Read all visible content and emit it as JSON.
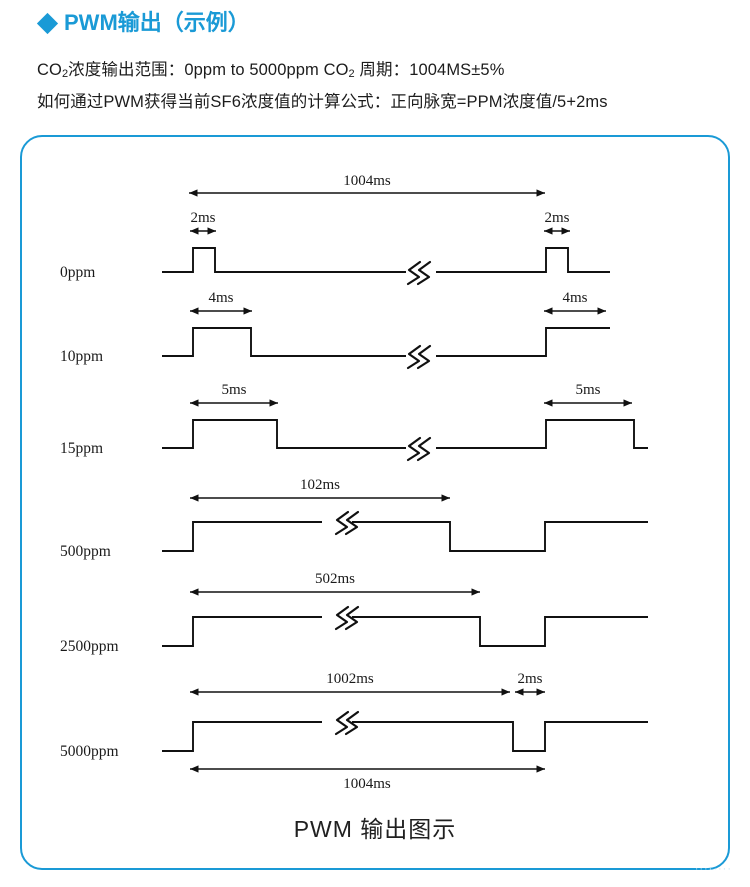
{
  "header": {
    "bullet_icon": "diamond-icon",
    "title": "PWM输出（示例）",
    "accent_color": "#1a9ad6",
    "spec_line_1_a": "CO",
    "spec_line_1_sub": "2",
    "spec_line_1_b": "浓度输出范围：0ppm to 5000ppm   CO",
    "spec_line_1_sub2": "2",
    "spec_line_1_c": " 周期：1004MS±5%",
    "spec_line_2": "如何通过PWM获得当前SF6浓度值的计算公式：正向脉宽=PPM浓度值/5+2ms"
  },
  "panel": {
    "border_color": "#1a9ad6",
    "caption": "PWM 输出图示",
    "watermark": "········"
  },
  "chart_data": {
    "type": "line",
    "title": "PWM 输出图示",
    "description": "PWM duty-cycle waveform timing diagram for CO2 concentration output",
    "period_ms": 1004,
    "formula": "正向脉宽 = PPM浓度值/5 + 2ms",
    "top_dimension": {
      "label": "1004ms",
      "value": 1004
    },
    "bottom_dimension": {
      "label": "1004ms",
      "value": 1004
    },
    "rows": [
      {
        "label": "0ppm",
        "concentration_ppm": 0,
        "pulse_width_label": "2ms",
        "pulse_width_ms": 2,
        "left_dimension": "2ms",
        "right_dimension": "2ms",
        "waveform": "narrow-high-pulse",
        "break_on": "low"
      },
      {
        "label": "10ppm",
        "concentration_ppm": 10,
        "pulse_width_label": "4ms",
        "pulse_width_ms": 4,
        "left_dimension": "4ms",
        "right_dimension": "4ms",
        "waveform": "narrow-high-pulse",
        "break_on": "low"
      },
      {
        "label": "15ppm",
        "concentration_ppm": 15,
        "pulse_width_label": "5ms",
        "pulse_width_ms": 5,
        "left_dimension": "5ms",
        "right_dimension": "5ms",
        "waveform": "narrow-high-pulse",
        "break_on": "low"
      },
      {
        "label": "500ppm",
        "concentration_ppm": 500,
        "pulse_width_label": "102ms",
        "pulse_width_ms": 102,
        "left_dimension": "102ms",
        "right_dimension": "",
        "waveform": "wide-high-pulse",
        "break_on": "high"
      },
      {
        "label": "2500ppm",
        "concentration_ppm": 2500,
        "pulse_width_label": "502ms",
        "pulse_width_ms": 502,
        "left_dimension": "502ms",
        "right_dimension": "",
        "waveform": "wide-high-pulse",
        "break_on": "high"
      },
      {
        "label": "5000ppm",
        "concentration_ppm": 5000,
        "pulse_width_label": "1002ms",
        "pulse_width_ms": 1002,
        "left_dimension": "1002ms",
        "right_dimension": "2ms",
        "waveform": "wide-high-pulse",
        "break_on": "high"
      }
    ],
    "xlabel": "",
    "ylabel": "",
    "legend": []
  }
}
